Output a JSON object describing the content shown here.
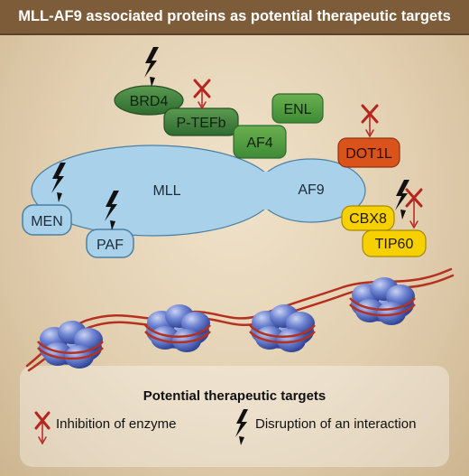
{
  "title": "MLL-AF9 associated proteins as potential therapeutic targets",
  "proteins": {
    "mll": "MLL",
    "af9": "AF9",
    "brd4": "BRD4",
    "ptefb": "P-TEFb",
    "enl": "ENL",
    "af4": "AF4",
    "dot1l": "DOT1L",
    "men": "MEN",
    "paf": "PAF",
    "cbx8": "CBX8",
    "tip60": "TIP60"
  },
  "legend": {
    "heading": "Potential therapeutic targets",
    "inhibition": "Inhibition of enzyme",
    "disruption": "Disruption of an interaction"
  },
  "colors": {
    "title_bar": "#7d5c3a",
    "mll_blue": "#a9d2ea",
    "green_dark": "#3f7f3c",
    "green_mid": "#5a9a45",
    "dot1l_orange": "#d9531b",
    "yellow": "#f7d000",
    "inhibitor_red": "#b5261e",
    "dna_red": "#b5311f",
    "nucleosome_blue": "#5f75c9"
  }
}
